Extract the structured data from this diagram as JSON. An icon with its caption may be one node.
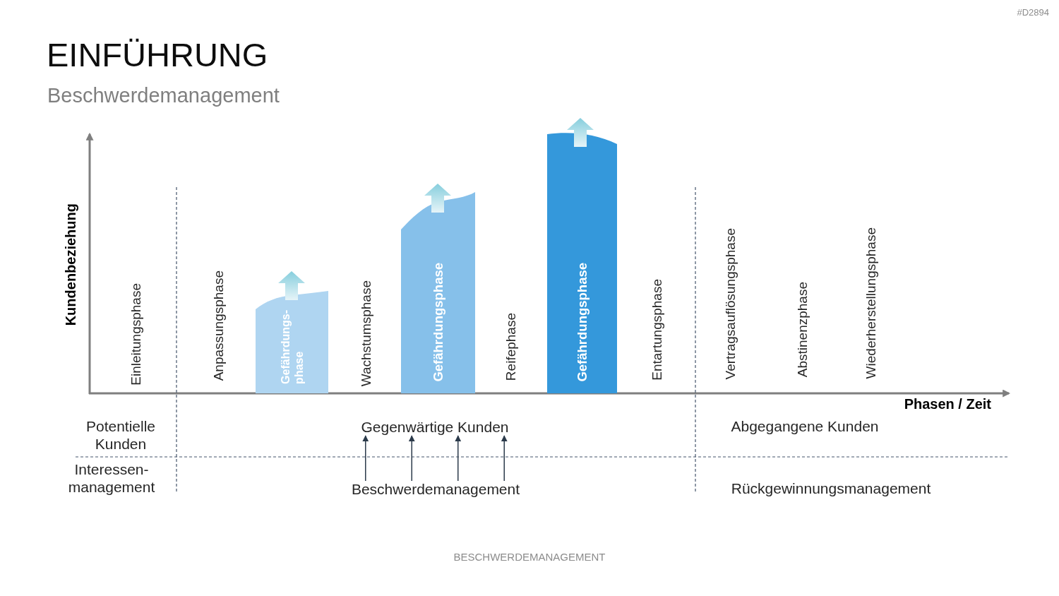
{
  "diagram": {
    "title": "EINFÜHRUNG",
    "nodes": [
      {
        "text": [
          "Gefährdungs- phase"
        ]
      },
      {
        "text": [
          "Gefährdungsphase"
        ]
      },
      {
        "text": [
          "Gefährdungsphase"
        ]
      },
      {
        "text": [
          "Gegenwärtige Kunden"
        ]
      },
      {
        "text": [
          "Beschwerdemanagement"
        ]
      }
    ],
    "edges": [
      {
        "from": 4,
        "to": 3,
        "arrow": "to"
      },
      {
        "from": 4,
        "to": 3,
        "arrow": "to"
      },
      {
        "from": 4,
        "to": 3,
        "arrow": "to"
      },
      {
        "from": 4,
        "to": 3,
        "arrow": "to"
      }
    ],
    "labels": [
      "#D2894",
      "Beschwerdemanagement",
      "Kundenbeziehung",
      "Einleitungsphase",
      "Anpassungsphase",
      "Wachstumsphase",
      "Reifephase",
      "Entartungsphase",
      "Vertragsauflösungsphase",
      "Abstinenzphase",
      "Wiederherstellungsphase",
      "Phasen / Zeit",
      "Potentielle Kunden",
      "Abgegangene Kunden",
      "Interessen- management",
      "Rückgewinnungsmanagement",
      "BESCHWERDEMANAGEMENT"
    ]
  }
}
